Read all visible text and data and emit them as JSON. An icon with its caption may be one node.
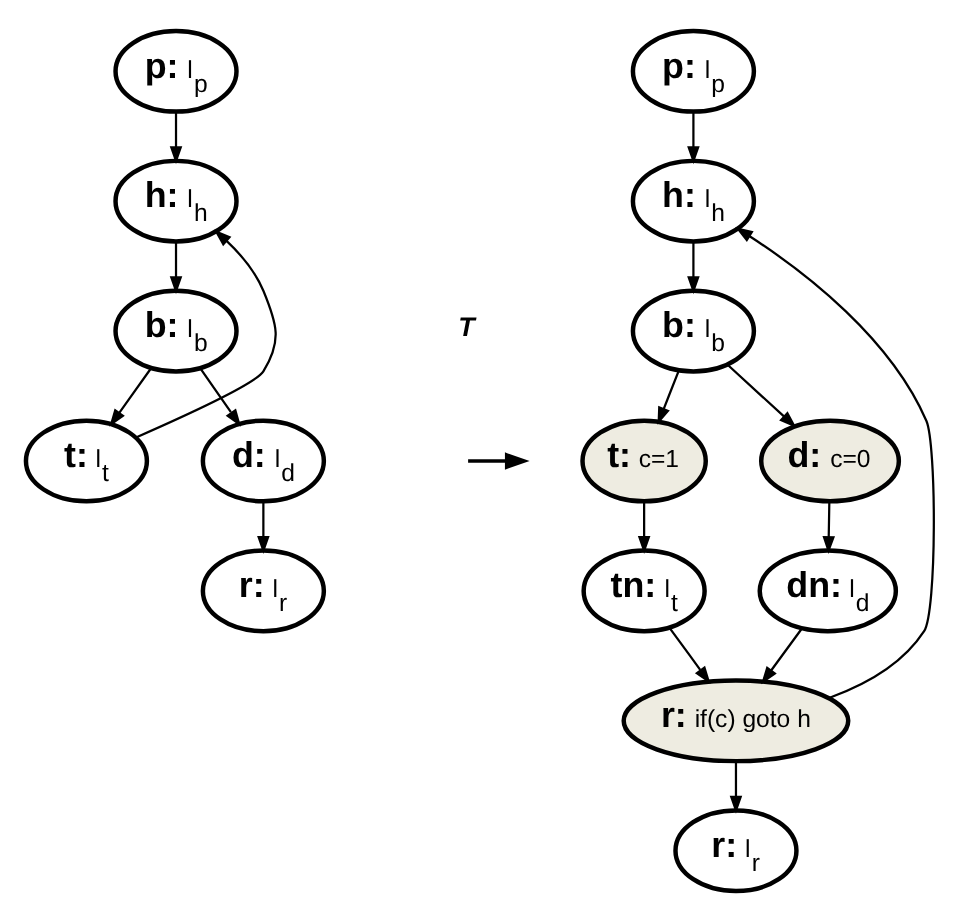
{
  "diagram": {
    "nodes": [
      {
        "text": [
          "**p:** l$_{p}$"
        ]
      },
      {
        "text": [
          "**h:** l$_{h}$"
        ]
      },
      {
        "text": [
          "**b:** l$_{b}$"
        ]
      },
      {
        "text": [
          "**t:** l$_{t}$"
        ]
      },
      {
        "text": [
          "**d:** l$_{d}$"
        ]
      },
      {
        "text": [
          "**r:** l$_{r}$"
        ]
      },
      {
        "text": [
          "**p:** l$_{p}$"
        ]
      },
      {
        "text": [
          "**h:** l$_{h}$"
        ]
      },
      {
        "text": [
          "**b:** l$_{b}$"
        ]
      },
      {
        "text": [
          "**t:** c=1"
        ]
      },
      {
        "text": [
          "**d:** c=0"
        ]
      },
      {
        "text": [
          "**tn:** l$_{t}$"
        ]
      },
      {
        "text": [
          "**dn:** l$_{d}$"
        ]
      },
      {
        "text": [
          "**r:** if(c) goto h"
        ]
      },
      {
        "text": [
          "**r:** l$_{r}$"
        ]
      }
    ],
    "edges": [
      {
        "from": 0,
        "to": 1,
        "arrow": "to"
      },
      {
        "from": 1,
        "to": 2,
        "arrow": "to"
      },
      {
        "from": 2,
        "to": 3,
        "arrow": "to"
      },
      {
        "from": 2,
        "to": 4,
        "arrow": "to"
      },
      {
        "from": 3,
        "to": 1,
        "arrow": "to"
      },
      {
        "from": 4,
        "to": 5,
        "arrow": "to"
      },
      {
        "from": 6,
        "to": 7,
        "arrow": "to"
      },
      {
        "from": 7,
        "to": 8,
        "arrow": "to"
      },
      {
        "from": 8,
        "to": 9,
        "arrow": "to"
      },
      {
        "from": 8,
        "to": 10,
        "arrow": "to"
      },
      {
        "from": 9,
        "to": 11,
        "arrow": "to"
      },
      {
        "from": 10,
        "to": 12,
        "arrow": "to"
      },
      {
        "from": 11,
        "to": 13,
        "arrow": "to"
      },
      {
        "from": 12,
        "to": 13,
        "arrow": "to"
      },
      {
        "from": 13,
        "to": 7,
        "arrow": "to"
      },
      {
        "from": 13,
        "to": 14,
        "arrow": "to"
      }
    ],
    "labels": [
      "T"
    ]
  }
}
